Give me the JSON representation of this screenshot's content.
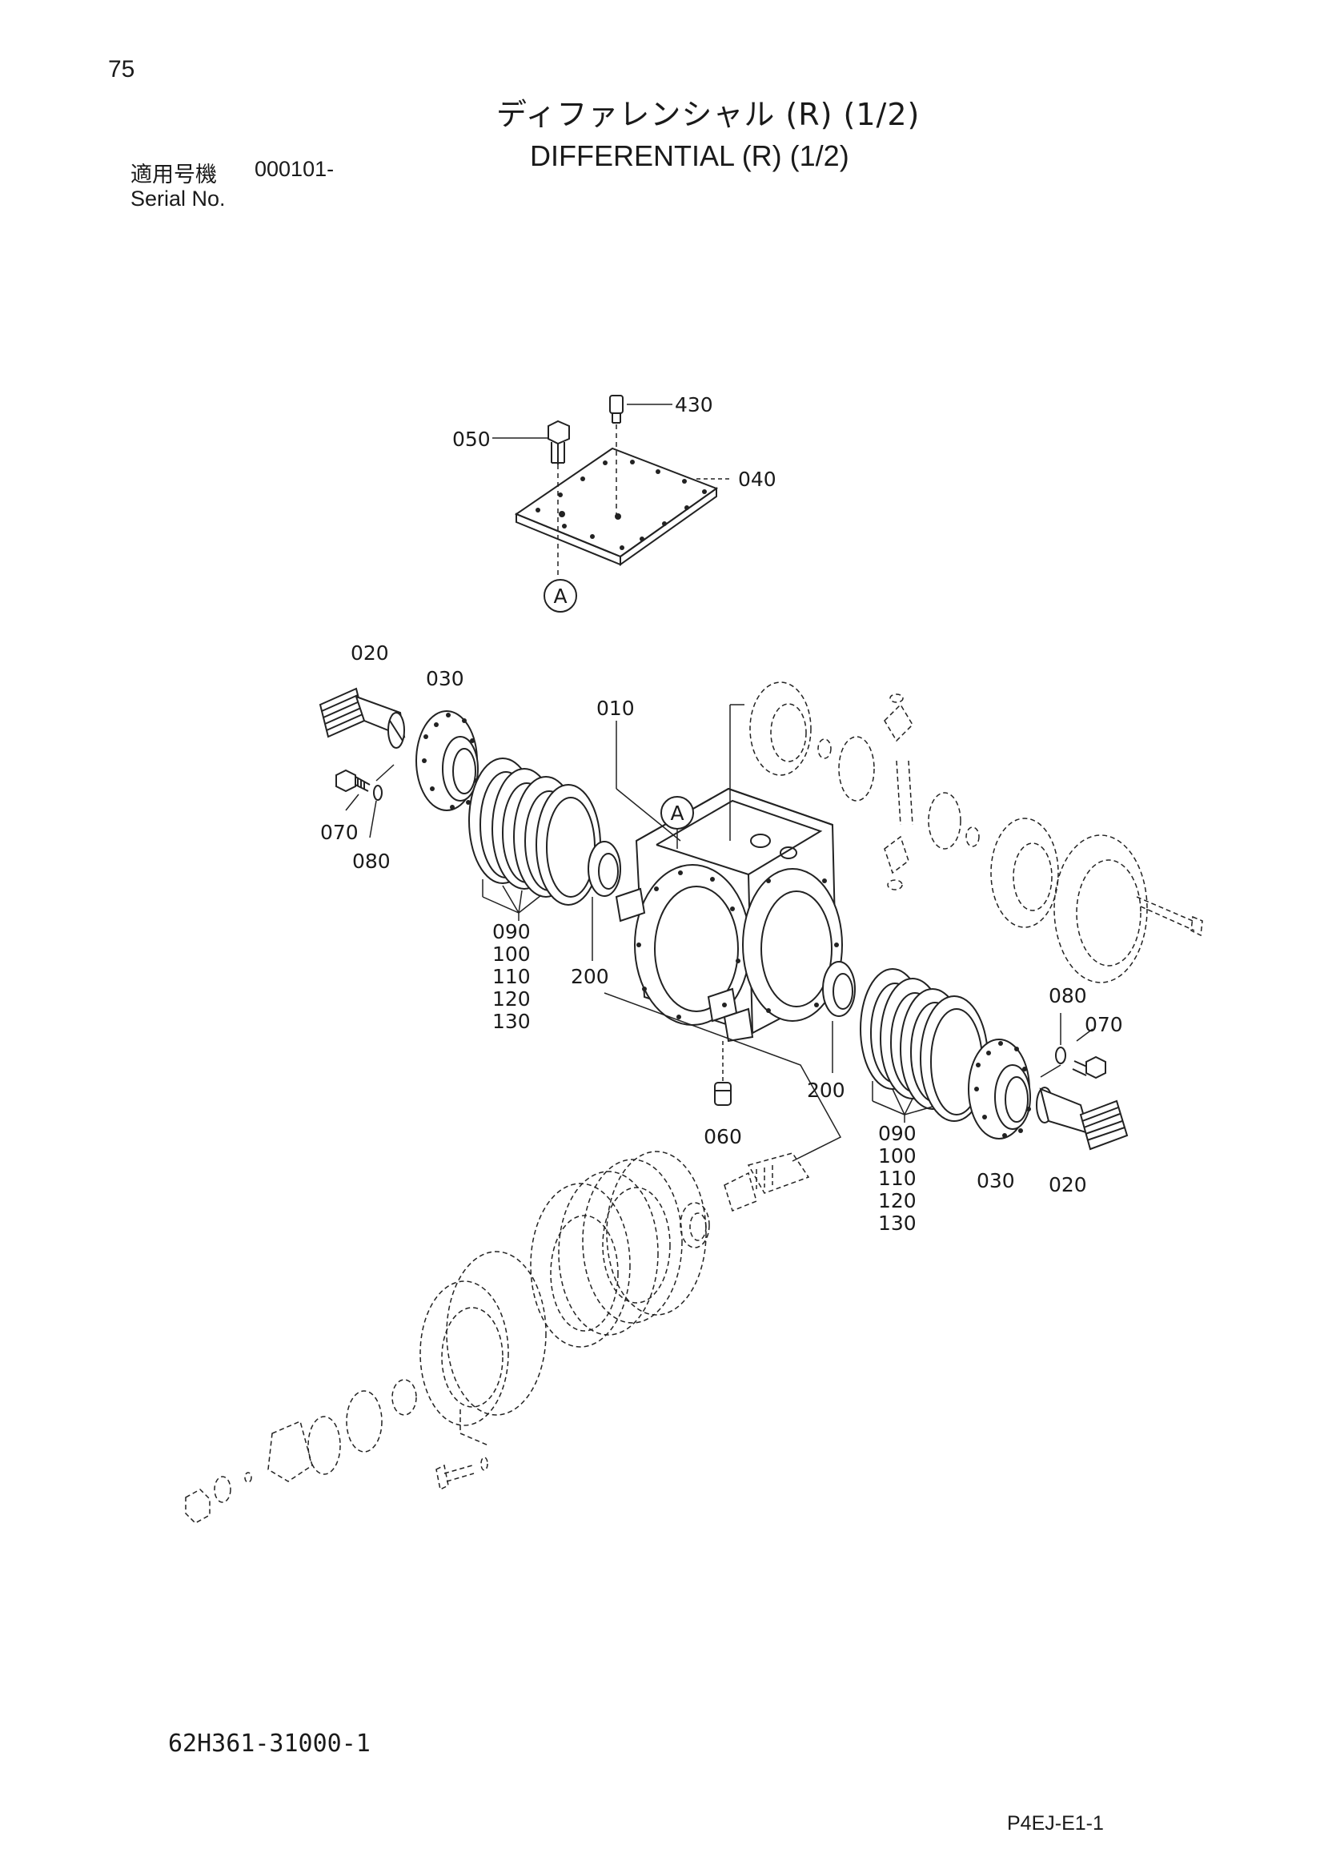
{
  "header": {
    "page_number": "75",
    "title_jp": "ディファレンシャル (R) (1/2)",
    "title_en": "DIFFERENTIAL (R) (1/2)",
    "serial_label_jp": "適用号機",
    "serial_value": "000101-",
    "serial_label_en": "Serial No."
  },
  "footer": {
    "drawing_number": "62H361-31000-1",
    "page_code": "P4EJ-E1-1"
  },
  "diagram": {
    "labels": {
      "l430": "430",
      "l050": "050",
      "l040": "040",
      "refA_top": "A",
      "refA_case": "A",
      "l020_left": "020",
      "l030_left": "030",
      "l010": "010",
      "l070_left": "070",
      "l080_left": "080",
      "l090_left": "090",
      "l100_left": "100",
      "l110_left": "110",
      "l120_left": "120",
      "l130_left": "130",
      "l200_left": "200",
      "l200_right": "200",
      "l060": "060",
      "l080_right": "080",
      "l070_right": "070",
      "l090_right": "090",
      "l100_right": "100",
      "l110_right": "110",
      "l120_right": "120",
      "l130_right": "130",
      "l030_right": "030",
      "l020_right": "020"
    }
  }
}
